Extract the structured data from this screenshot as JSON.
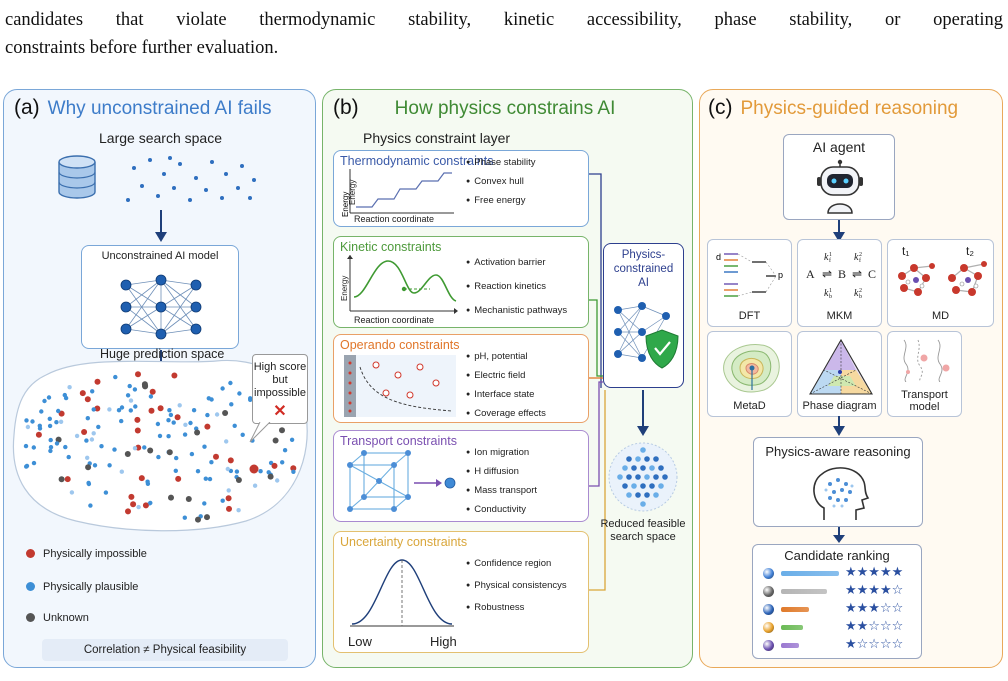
{
  "intro": {
    "line1": "candidates that violate thermodynamic stability, kinetic accessibility, phase stability, or operating",
    "line2": "constraints before further evaluation."
  },
  "panel_a": {
    "label": "(a)",
    "title": "Why unconstrained AI fails",
    "search_space": "Large search space",
    "model": "Unconstrained AI model",
    "prediction_space": "Huge prediction space",
    "callout": [
      "High score",
      "but",
      "impossible"
    ],
    "legend": [
      {
        "label": "Physically impossible",
        "color": "#c23a30"
      },
      {
        "label": "Physically plausible",
        "color": "#3d8fd6"
      },
      {
        "label": "Unknown",
        "color": "#555555"
      }
    ],
    "footer": "Correlation ≠ Physical feasibility"
  },
  "panel_b": {
    "label": "(b)",
    "title": "How physics constrains AI",
    "layer_title": "Physics constraint layer",
    "constraints": [
      {
        "title": "Thermodynamic constraints",
        "color": "#3a5aa8",
        "items": [
          "Phase stability",
          "Convex hull",
          "Free energy"
        ],
        "xlabel": "Reaction coordinate",
        "ylabel": "Energy"
      },
      {
        "title": "Kinetic constraints",
        "color": "#4e9a3c",
        "items": [
          "Activation barrier",
          "Reaction kinetics",
          "Mechanistic pathways"
        ],
        "xlabel": "Reaction coordinate",
        "ylabel": "Energy"
      },
      {
        "title": "Operando constraints",
        "color": "#e0762a",
        "items": [
          "pH, potential",
          "Electric field",
          "Interface state",
          "Coverage effects"
        ]
      },
      {
        "title": "Transport constraints",
        "color": "#7a4fb0",
        "items": [
          "Ion migration",
          "H diffusion",
          "Mass transport",
          "Conductivity"
        ]
      },
      {
        "title": "Uncertainty constraints",
        "color": "#d9a63a",
        "items": [
          "Confidence region",
          "Physical consistencys",
          "Robustness"
        ],
        "xlow": "Low",
        "xhigh": "High"
      }
    ],
    "pc_ai": [
      "Physics-",
      "constrained",
      "AI"
    ],
    "reduced": [
      "Reduced feasible",
      "search space"
    ]
  },
  "panel_c": {
    "label": "(c)",
    "title": "Physics-guided reasoning",
    "agent": "AI agent",
    "tools": [
      "DFT",
      "MKM",
      "MD",
      "MetaD",
      "Phase diagram",
      "Transport model"
    ],
    "dft_labels": {
      "d": "d",
      "p": "p"
    },
    "md_labels": {
      "t1": "t₁",
      "t2": "t₂"
    },
    "reasoning": "Physics-aware reasoning",
    "ranking_title": "Candidate ranking",
    "ranking": [
      {
        "color": "#3f7fd6",
        "bar": "#6aaee8",
        "stars": "★★★★★"
      },
      {
        "color": "#666666",
        "bar": "#b5b5b5",
        "stars": "★★★★☆"
      },
      {
        "color": "#2b63b8",
        "bar": "#e07a2a",
        "stars": "★★★☆☆"
      },
      {
        "color": "#e8a12a",
        "bar": "#6aba55",
        "stars": "★★☆☆☆"
      },
      {
        "color": "#6a4fb0",
        "bar": "#9a78d0",
        "stars": "★☆☆☆☆"
      }
    ]
  },
  "colors": {
    "blue_title": "#3d7cc9",
    "green_title": "#3f8a34",
    "orange_title": "#e29a3a"
  }
}
